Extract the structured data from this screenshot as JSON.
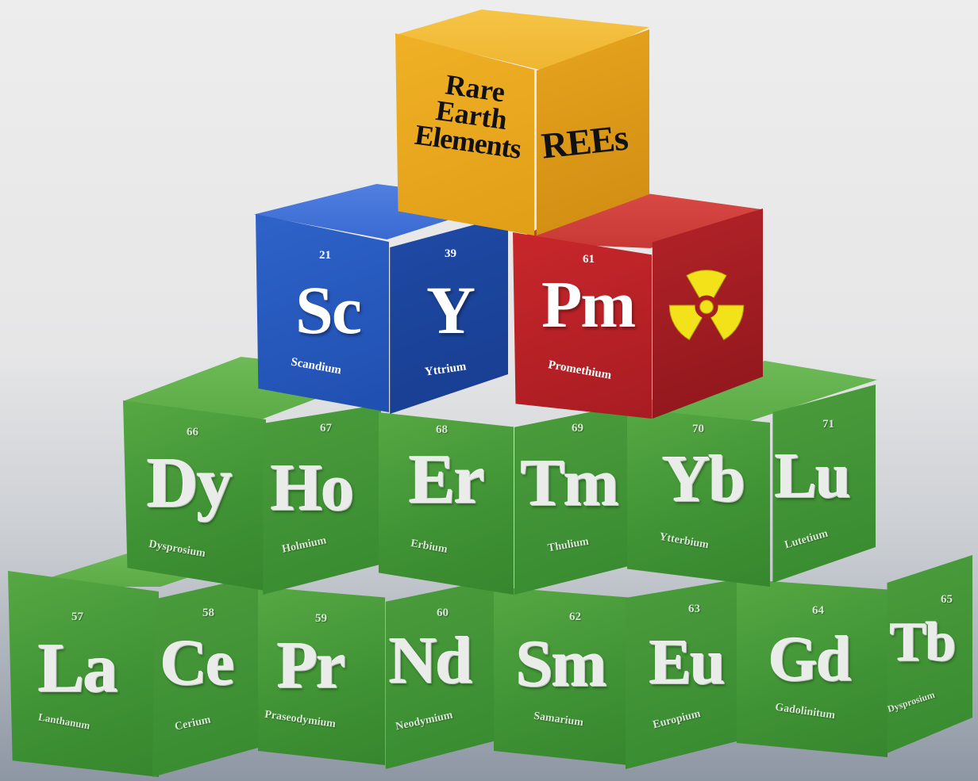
{
  "top_cube": {
    "lines": [
      "Rare",
      "Earth",
      "Elements"
    ],
    "side_text": "REEs"
  },
  "middle": {
    "blue": {
      "left": {
        "number": "21",
        "symbol": "Sc",
        "name": "Scandium"
      },
      "right": {
        "number": "39",
        "symbol": "Y",
        "name": "Yttrium"
      }
    },
    "red": {
      "front": {
        "number": "61",
        "symbol": "Pm",
        "name": "Promethium"
      },
      "side_icon": "radiation-icon"
    }
  },
  "row2": [
    {
      "left": {
        "number": "66",
        "symbol": "Dy",
        "name": "Dysprosium"
      },
      "right": {
        "number": "67",
        "symbol": "Ho",
        "name": "Holmium"
      }
    },
    {
      "left": {
        "number": "68",
        "symbol": "Er",
        "name": "Erbium"
      },
      "right": {
        "number": "69",
        "symbol": "Tm",
        "name": "Thulium"
      }
    },
    {
      "left": {
        "number": "70",
        "symbol": "Yb",
        "name": "Ytterbium"
      },
      "right": {
        "number": "71",
        "symbol": "Lu",
        "name": "Lutetium"
      }
    }
  ],
  "row1": [
    {
      "left": {
        "number": "57",
        "symbol": "La",
        "name": "Lanthanum"
      },
      "right": {
        "number": "58",
        "symbol": "Ce",
        "name": "Cerium"
      }
    },
    {
      "left": {
        "number": "59",
        "symbol": "Pr",
        "name": "Praseodymium"
      },
      "right": {
        "number": "60",
        "symbol": "Nd",
        "name": "Neodymium"
      }
    },
    {
      "left": {
        "number": "62",
        "symbol": "Sm",
        "name": "Samarium"
      },
      "right": {
        "number": "63",
        "symbol": "Eu",
        "name": "Europium"
      }
    },
    {
      "left": {
        "number": "64",
        "symbol": "Gd",
        "name": "Gadolinitum"
      },
      "right": {
        "number": "65",
        "symbol": "Tb",
        "name": "Dysprosium"
      }
    }
  ],
  "colors": {
    "green": "#3f9234",
    "blue": "#1f4fb0",
    "red": "#a81c22",
    "yellow": "#e8a81e"
  }
}
